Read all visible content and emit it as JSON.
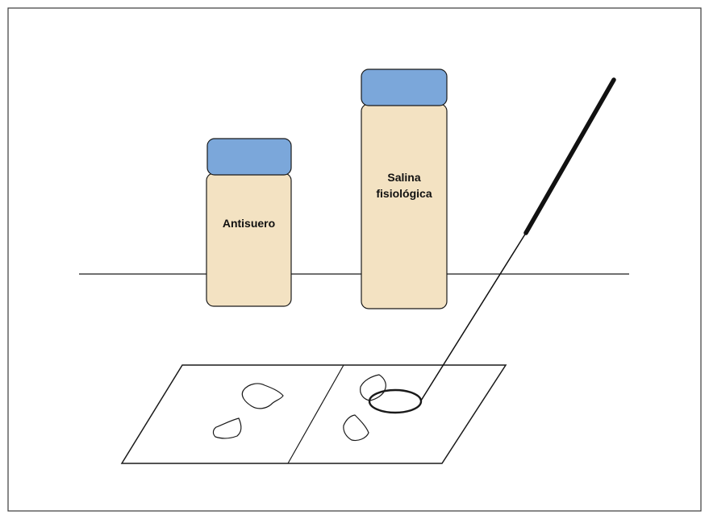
{
  "bottles": {
    "antiserum": {
      "label_lines": [
        "Antisuero"
      ]
    },
    "saline": {
      "label_lines": [
        "Salina",
        "fisiológica"
      ]
    }
  },
  "colors": {
    "frame": "#3a3a3a",
    "cap": "#7ba7da",
    "bottle_body": "#f3e2c2",
    "outline": "#1a1a1a",
    "background": "#ffffff"
  },
  "icons": {
    "antiserum_bottle": "bottle-icon",
    "saline_bottle": "bottle-icon",
    "applicator_stick": "stick-icon",
    "slide": "glass-slide-icon"
  }
}
